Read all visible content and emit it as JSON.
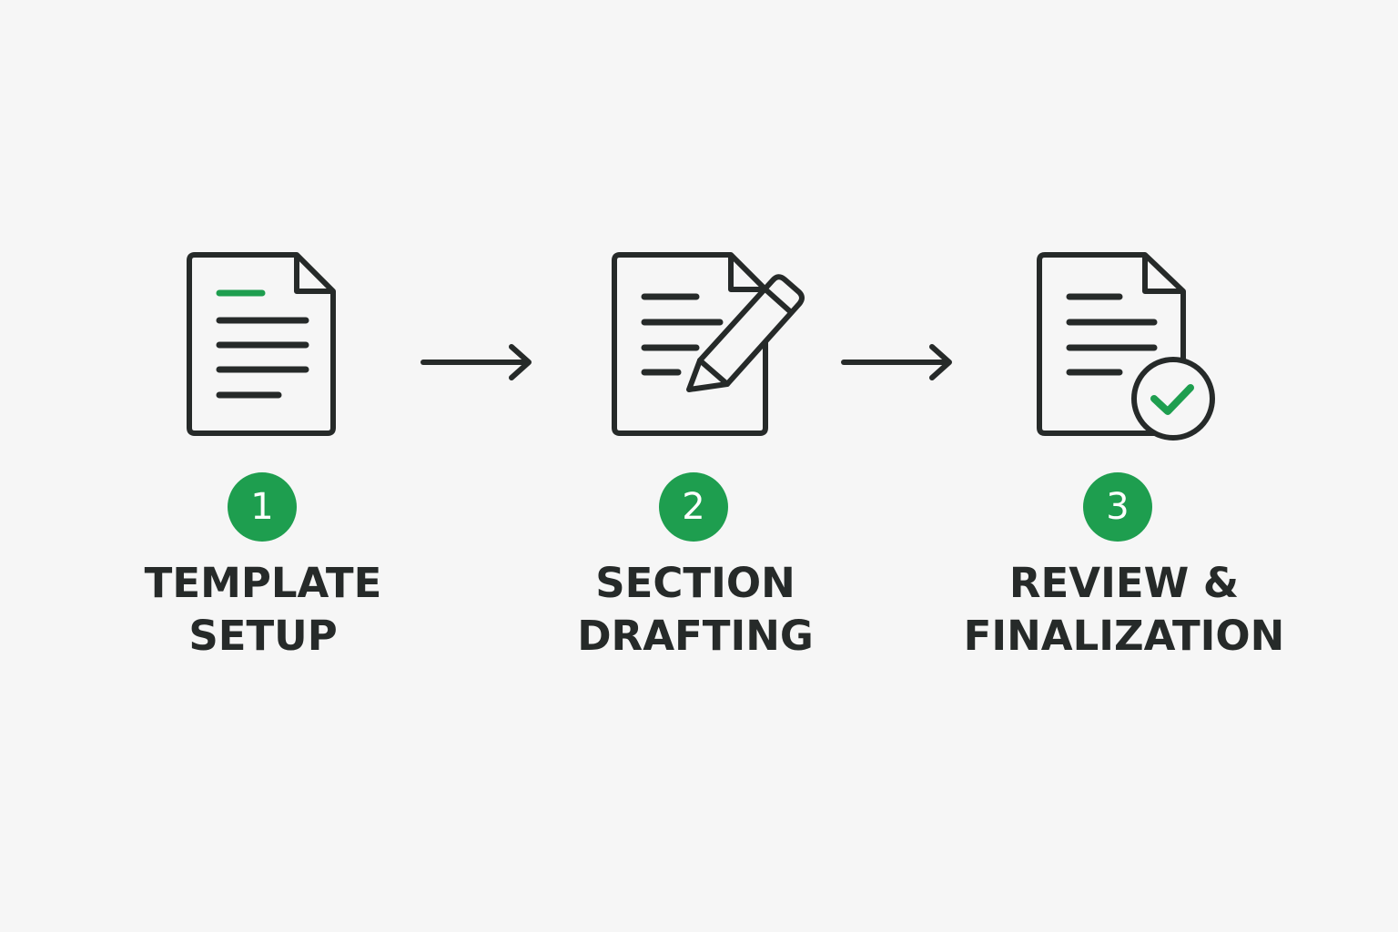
{
  "colors": {
    "background": "#f6f6f6",
    "ink": "#262a29",
    "accent": "#1e9e4f"
  },
  "steps": [
    {
      "number": "1",
      "label_lines": [
        "TEMPLATE",
        "SETUP"
      ],
      "icon": "document-icon"
    },
    {
      "number": "2",
      "label_lines": [
        "SECTION",
        "DRAFTING"
      ],
      "icon": "document-edit-icon"
    },
    {
      "number": "3",
      "label_lines": [
        "REVIEW &",
        "FINALIZATION"
      ],
      "icon": "document-check-icon"
    }
  ],
  "connectors": [
    "arrow-right-icon",
    "arrow-right-icon"
  ]
}
